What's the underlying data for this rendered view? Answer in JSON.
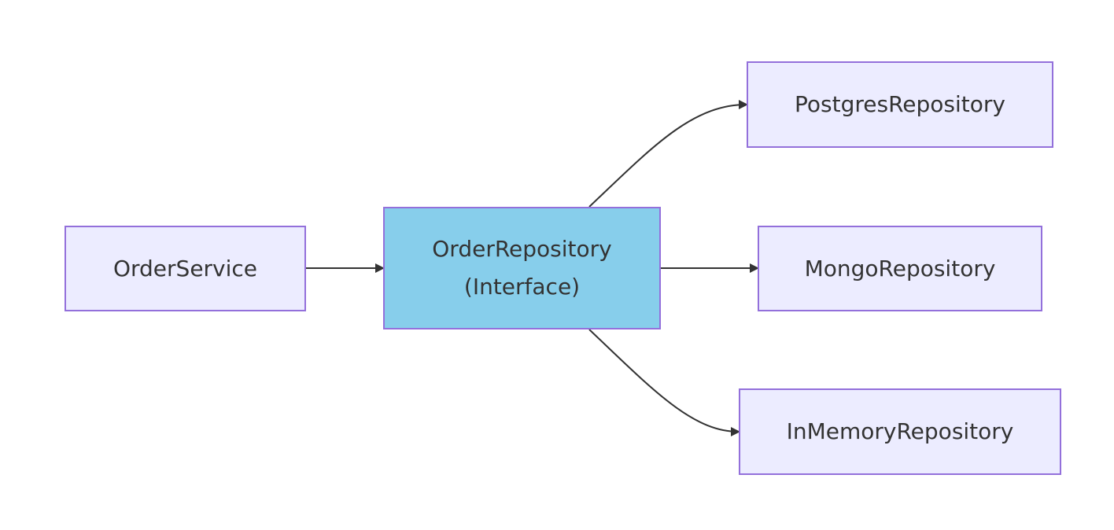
{
  "colors": {
    "node_fill": "#ececff",
    "interface_fill": "#87ceeb",
    "node_border": "#9370db",
    "edge": "#333333",
    "text": "#333333"
  },
  "nodes": {
    "order_service": {
      "label": "OrderService"
    },
    "order_repository": {
      "line1": "OrderRepository",
      "line2": "(Interface)"
    },
    "postgres_repository": {
      "label": "PostgresRepository"
    },
    "mongo_repository": {
      "label": "MongoRepository"
    },
    "inmemory_repository": {
      "label": "InMemoryRepository"
    }
  },
  "edges": [
    {
      "from": "OrderService",
      "to": "OrderRepository"
    },
    {
      "from": "OrderRepository",
      "to": "PostgresRepository"
    },
    {
      "from": "OrderRepository",
      "to": "MongoRepository"
    },
    {
      "from": "OrderRepository",
      "to": "InMemoryRepository"
    }
  ]
}
